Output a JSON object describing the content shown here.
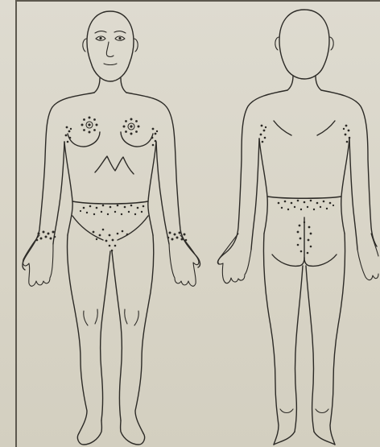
{
  "diagram": {
    "views": [
      "front",
      "back"
    ],
    "ink_color": "#2c2a26",
    "paper_color": "#dedbd0",
    "marked_regions_front": [
      "right-breast",
      "left-breast",
      "right-axilla",
      "left-axilla",
      "inframammary",
      "lower-abdomen",
      "pubic",
      "right-wrist",
      "left-wrist"
    ],
    "marked_regions_back": [
      "right-axilla",
      "left-axilla",
      "lower-back",
      "natal-cleft"
    ]
  }
}
